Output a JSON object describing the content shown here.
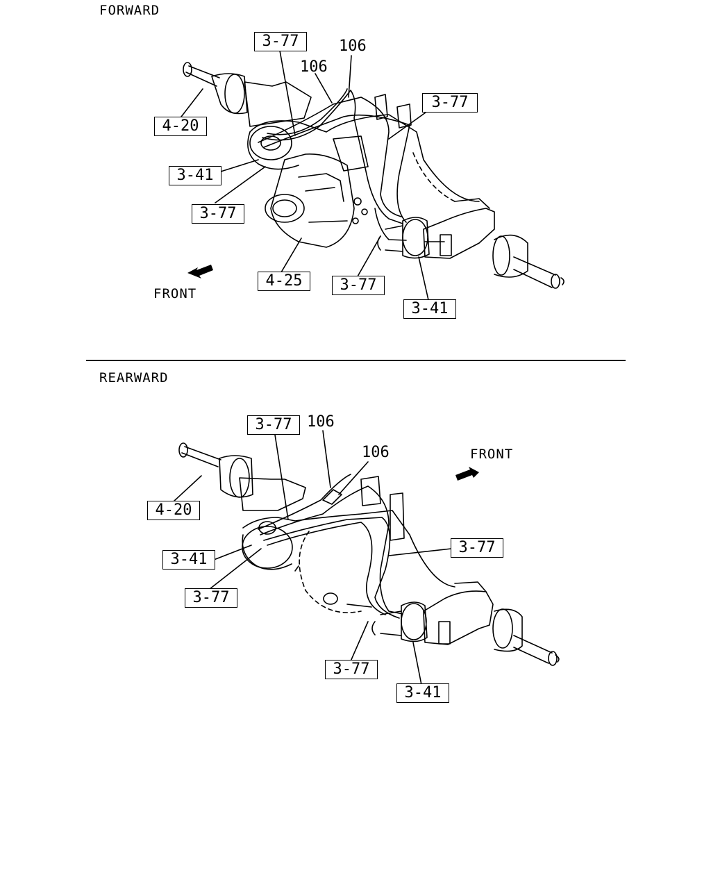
{
  "sections": {
    "forward": {
      "title": "FORWARD",
      "front_label": "FRONT",
      "callouts": [
        "3-77",
        "106",
        "106",
        "3-77",
        "4-20",
        "3-41",
        "3-77",
        "4-25",
        "3-77",
        "3-41"
      ]
    },
    "rearward": {
      "title": "REARWARD",
      "front_label": "FRONT",
      "callouts": [
        "3-77",
        "106",
        "106",
        "4-20",
        "3-77",
        "3-41",
        "3-77",
        "3-77",
        "3-41"
      ]
    }
  }
}
